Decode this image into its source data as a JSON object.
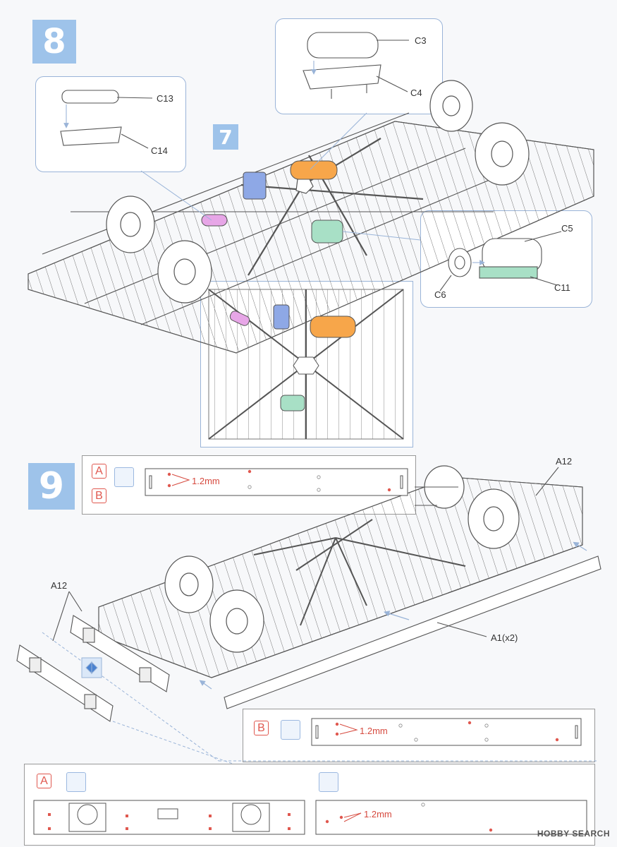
{
  "steps": {
    "step8": "8",
    "step7": "7",
    "step9": "9"
  },
  "parts": {
    "c3": "C3",
    "c4": "C4",
    "c13": "C13",
    "c14": "C14",
    "c5": "C5",
    "c6": "C6",
    "c11": "C11",
    "a12_right": "A12",
    "a12_left": "A12",
    "a1": "A1(x2)"
  },
  "markers": {
    "a": "A",
    "b": "B"
  },
  "drill": {
    "size": "1.2mm"
  },
  "watermark": "HOBBY SEARCH",
  "colors": {
    "blue_part": "#8ea8e6",
    "orange_part": "#f7a64a",
    "pink_part": "#e7a6e7",
    "green_part": "#a8e0c6",
    "callout_border": "#9ab4d8",
    "marker_red": "#e0584f",
    "step_badge": "#9ec3ea"
  }
}
